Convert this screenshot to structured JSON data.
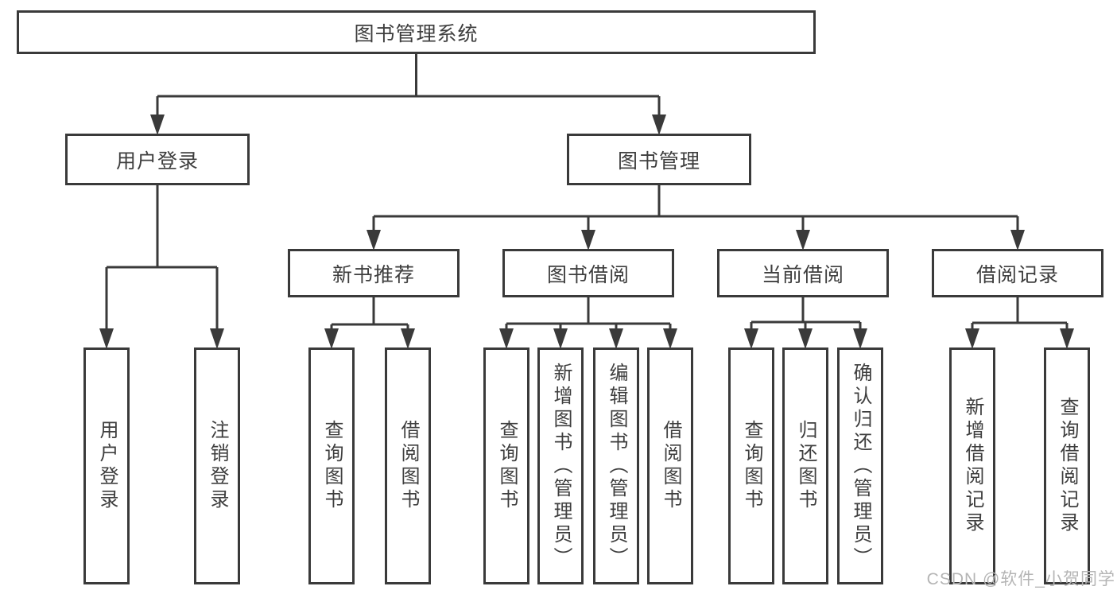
{
  "colors": {
    "line": "#3a3a3a",
    "box_border": "#3a3a3a",
    "text": "#3e3e3e",
    "watermark": "#b5b5b5",
    "background": "#ffffff"
  },
  "watermark": {
    "text": "CSDN @软件_小贺同学"
  },
  "diagram": {
    "type": "tree",
    "root": {
      "label": "图书管理系统"
    },
    "branches": [
      {
        "label": "用户登录",
        "children": [
          {
            "label": "用户登录"
          },
          {
            "label": "注销登录"
          }
        ]
      },
      {
        "label": "图书管理",
        "children": [
          {
            "label": "新书推荐",
            "children": [
              {
                "label": "查询图书"
              },
              {
                "label": "借阅图书"
              }
            ]
          },
          {
            "label": "图书借阅",
            "children": [
              {
                "label": "查询图书"
              },
              {
                "label": "新增图书（管理员）"
              },
              {
                "label": "编辑图书（管理员）"
              },
              {
                "label": "借阅图书"
              }
            ]
          },
          {
            "label": "当前借阅",
            "children": [
              {
                "label": "查询图书"
              },
              {
                "label": "归还图书"
              },
              {
                "label": "确认归还（管理员）"
              }
            ]
          },
          {
            "label": "借阅记录",
            "children": [
              {
                "label": "新增借阅记录"
              },
              {
                "label": "查询借阅记录"
              }
            ]
          }
        ]
      }
    ]
  }
}
